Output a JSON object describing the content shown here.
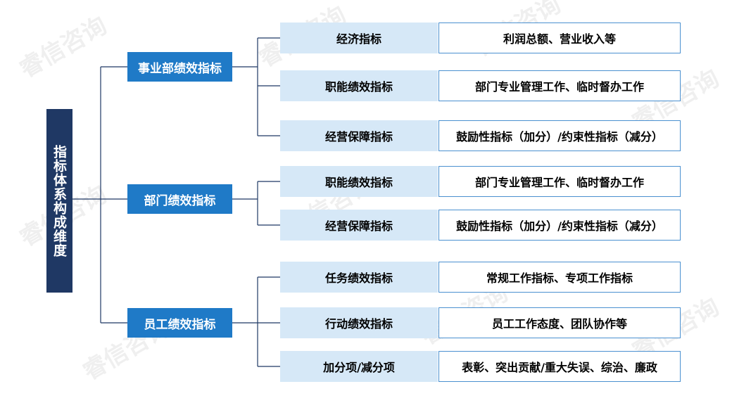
{
  "watermark": "睿信咨询",
  "root": {
    "label": "指标体系构成维度"
  },
  "categories": [
    {
      "label": "事业部绩效指标",
      "indicators": [
        {
          "name": "经济指标",
          "description": "利润总额、营业收入等"
        },
        {
          "name": "职能绩效指标",
          "description": "部门专业管理工作、临时督办工作"
        },
        {
          "name": "经营保障指标",
          "description": "鼓励性指标（加分）/约束性指标（减分）"
        }
      ]
    },
    {
      "label": "部门绩效指标",
      "indicators": [
        {
          "name": "职能绩效指标",
          "description": "部门专业管理工作、临时督办工作"
        },
        {
          "name": "经营保障指标",
          "description": "鼓励性指标（加分）/约束性指标（减分）"
        }
      ]
    },
    {
      "label": "员工绩效指标",
      "indicators": [
        {
          "name": "任务绩效指标",
          "description": "常规工作指标、专项工作指标"
        },
        {
          "name": "行动绩效指标",
          "description": "员工工作态度、团队协作等"
        },
        {
          "name": "加分项/减分项",
          "description": "表彰、突出贡献/重大失误、综治、廉政"
        }
      ]
    }
  ],
  "colors": {
    "root_bg": "#1f3864",
    "category_bg": "#1f7ac7",
    "indicator_bg": "#d6e8f7",
    "description_border": "#4a90d0",
    "connector": "#1f3864"
  }
}
